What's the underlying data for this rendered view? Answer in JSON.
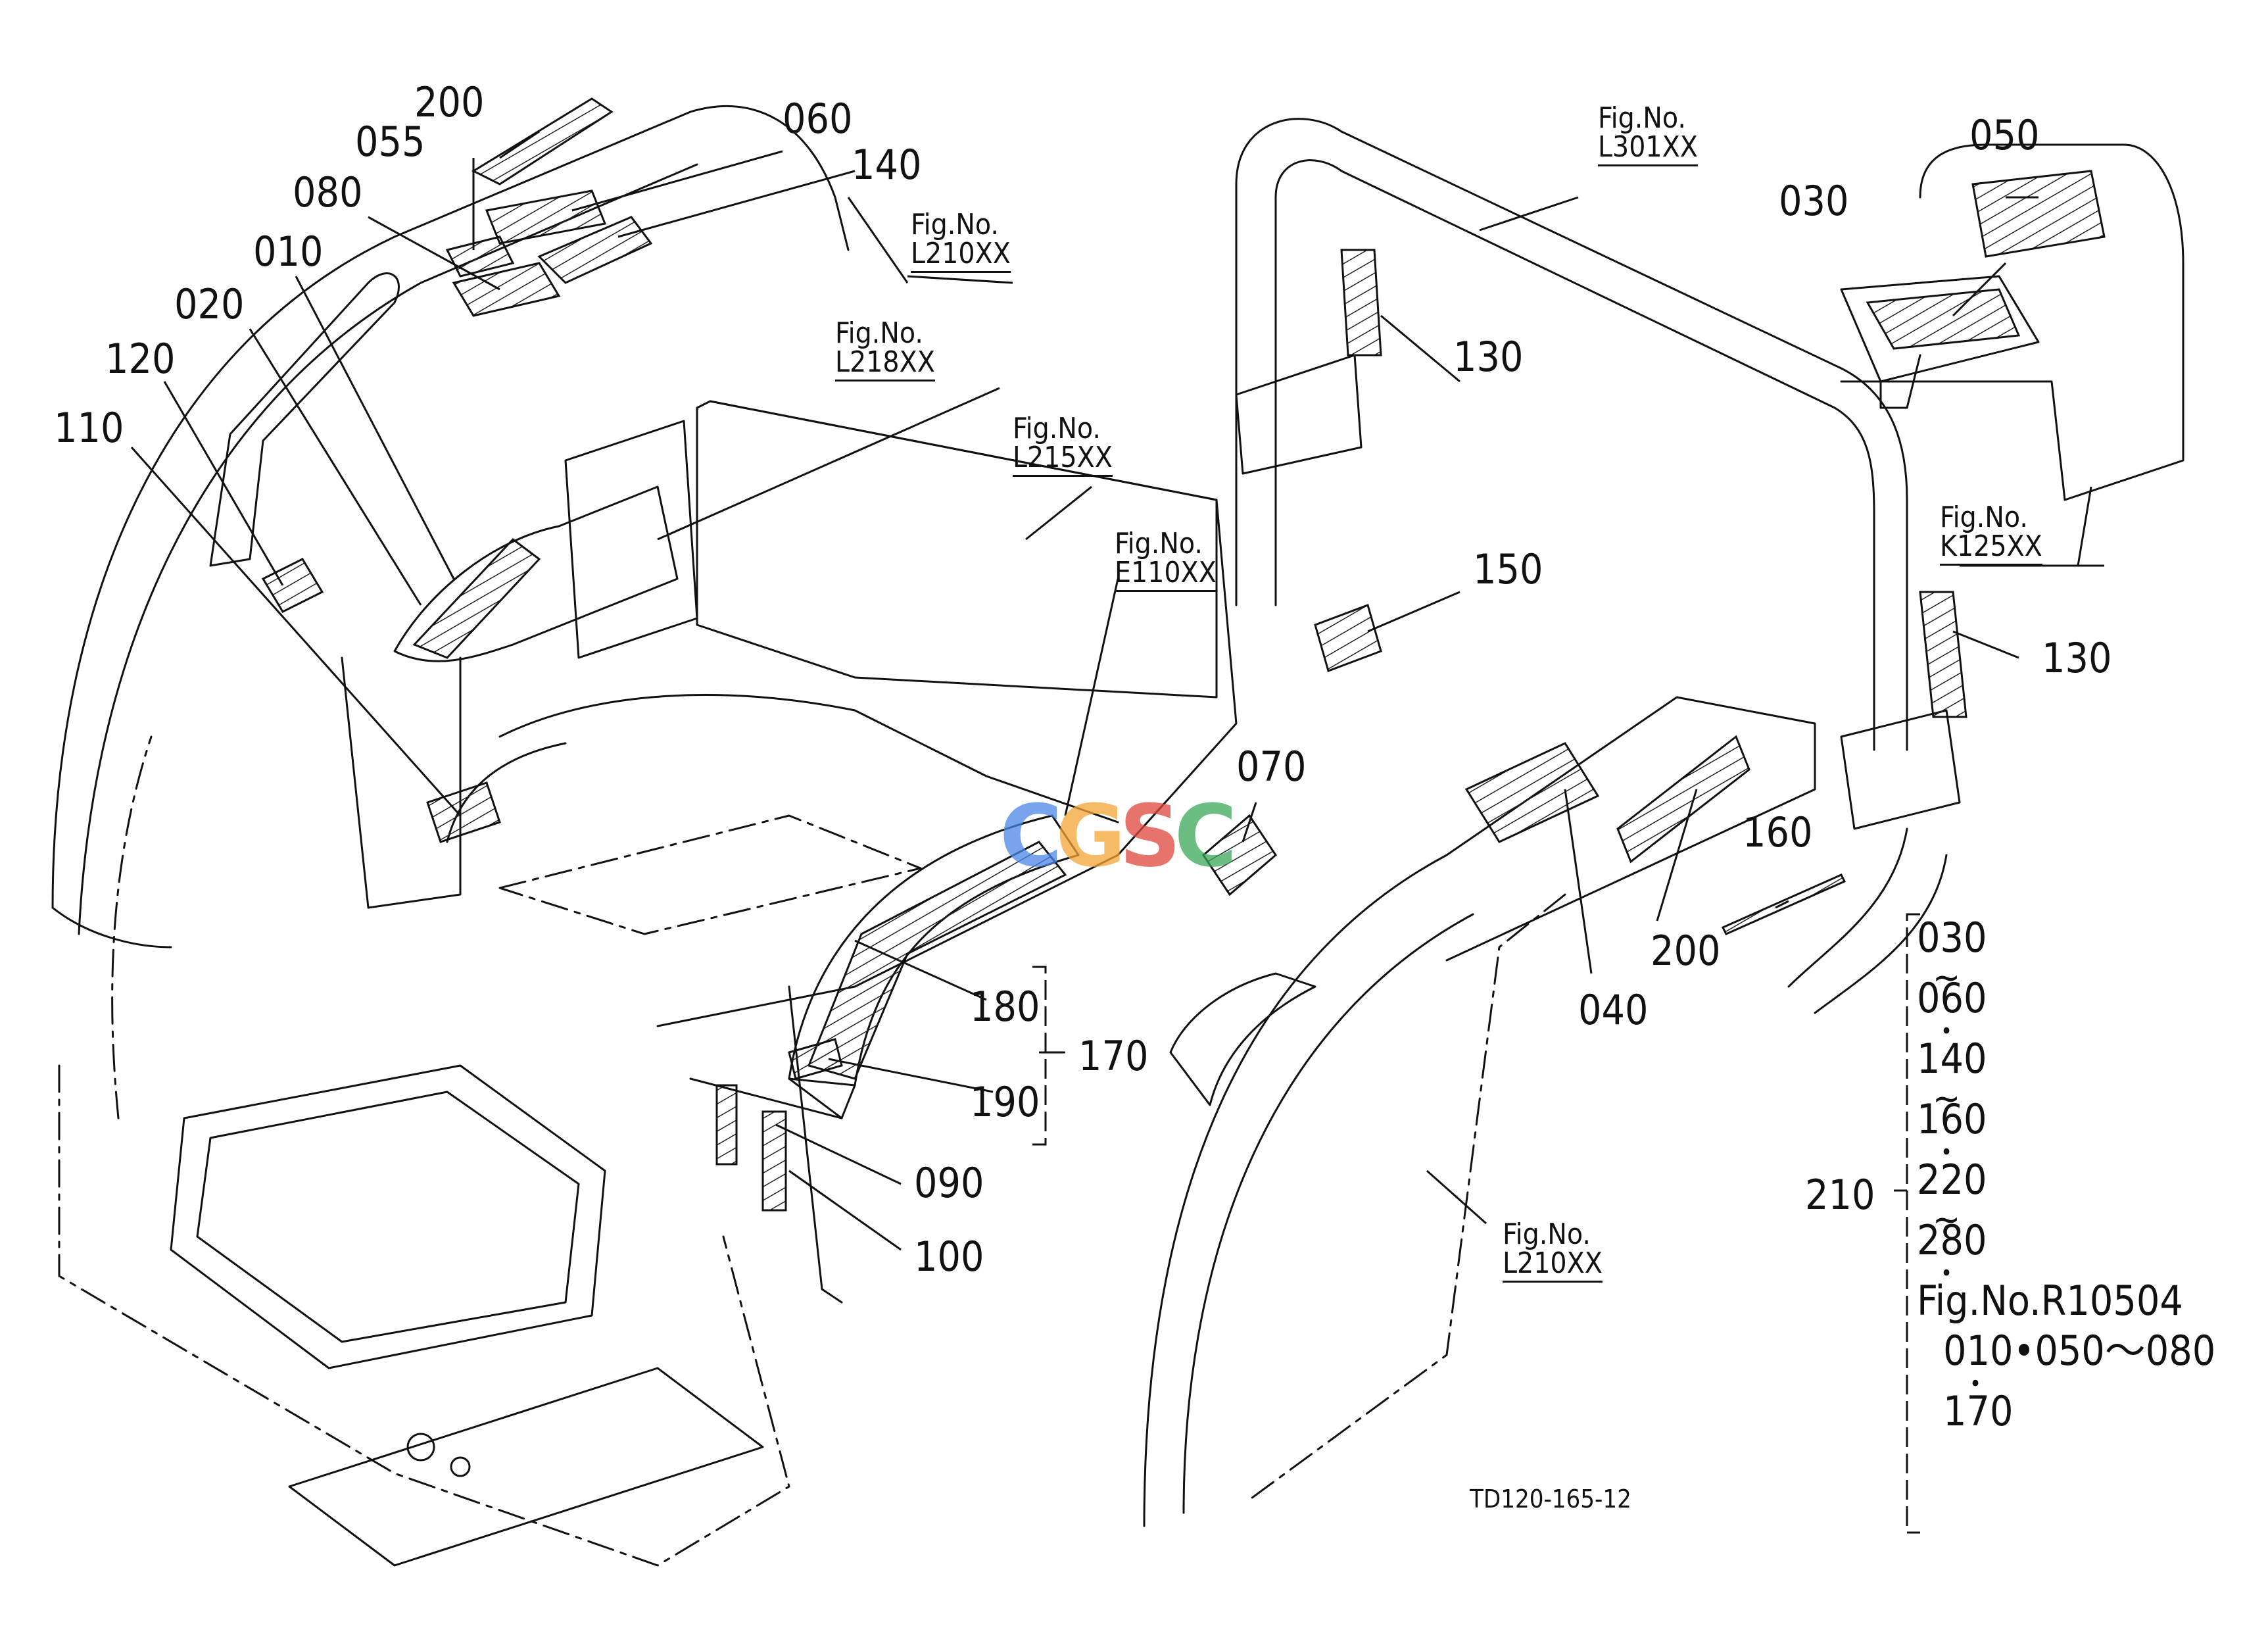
{
  "parts_top_left": [
    "200",
    "055",
    "060",
    "140",
    "080",
    "010",
    "020",
    "120",
    "110"
  ],
  "parts_center": [
    "180",
    "170",
    "190",
    "090",
    "100",
    "070"
  ],
  "parts_right": [
    "050",
    "030",
    "130",
    "150",
    "130",
    "160",
    "200",
    "040",
    "210"
  ],
  "fig_refs": {
    "l210_top": {
      "line1": "Fig.No.",
      "line2": "L210XX"
    },
    "l218": {
      "line1": "Fig.No.",
      "line2": "L218XX"
    },
    "l215": {
      "line1": "Fig.No.",
      "line2": "L215XX"
    },
    "e110": {
      "line1": "Fig.No.",
      "line2": "E110XX"
    },
    "l301": {
      "line1": "Fig.No.",
      "line2": "L301XX"
    },
    "k125": {
      "line1": "Fig.No.",
      "line2": "K125XX"
    },
    "l210_bottom": {
      "line1": "Fig.No.",
      "line2": "L210XX"
    }
  },
  "kit_210": {
    "items": [
      "030",
      "~",
      "060",
      "•",
      "140",
      "~",
      "160",
      "•",
      "220",
      "~",
      "280",
      "•",
      "Fig.No.R10504",
      "010•050～080",
      "•",
      "170"
    ]
  },
  "drawing_code": "TD120-165-12",
  "watermark": {
    "letters": [
      "C",
      "G",
      "S",
      "C"
    ],
    "colors": [
      "#4a86e8",
      "#f4a533",
      "#e0463c",
      "#3aa757"
    ]
  },
  "colors": {
    "line": "#111111",
    "hatch": "#222222",
    "background": "#ffffff"
  }
}
